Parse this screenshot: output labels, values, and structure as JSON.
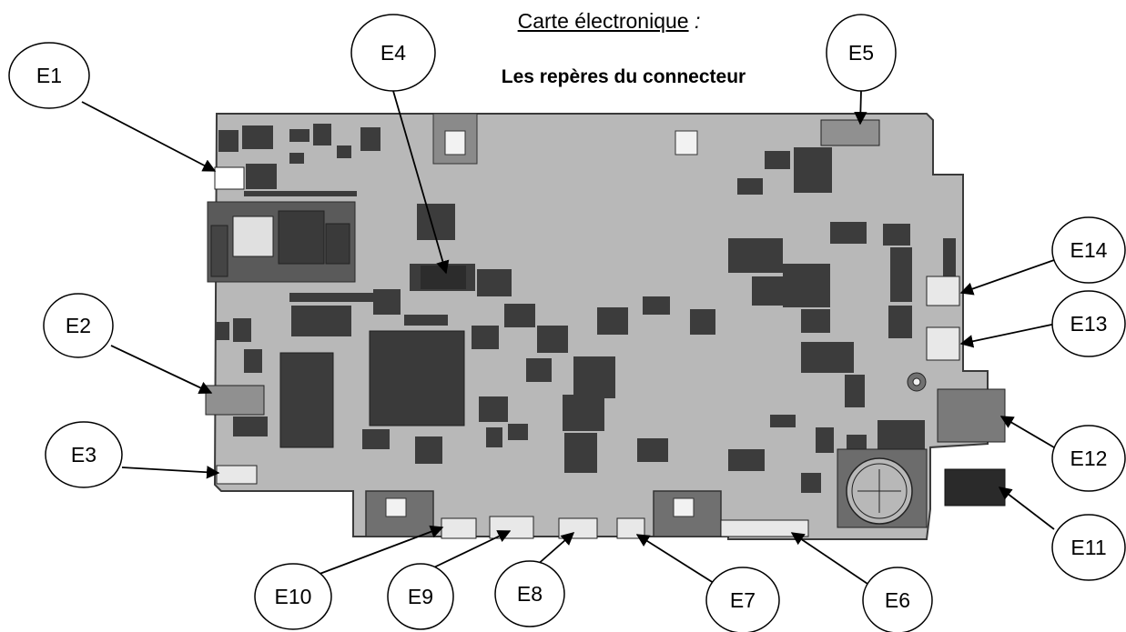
{
  "header": {
    "title": "Carte électronique",
    "title_colon": ":",
    "subtitle": "Les repères du connecteur"
  },
  "labels": {
    "E1": "E1",
    "E2": "E2",
    "E3": "E3",
    "E4": "E4",
    "E5": "E5",
    "E6": "E6",
    "E7": "E7",
    "E8": "E8",
    "E9": "E9",
    "E10": "E10",
    "E11": "E11",
    "E12": "E12",
    "E13": "E13",
    "E14": "E14"
  },
  "colors": {
    "board": "#b8b8b8",
    "board_outline": "#3a3a3a",
    "component": "#3c3c3c",
    "component_dark": "#2a2a2a",
    "connector_body": "#808080",
    "pad": "#e8e8e8"
  }
}
